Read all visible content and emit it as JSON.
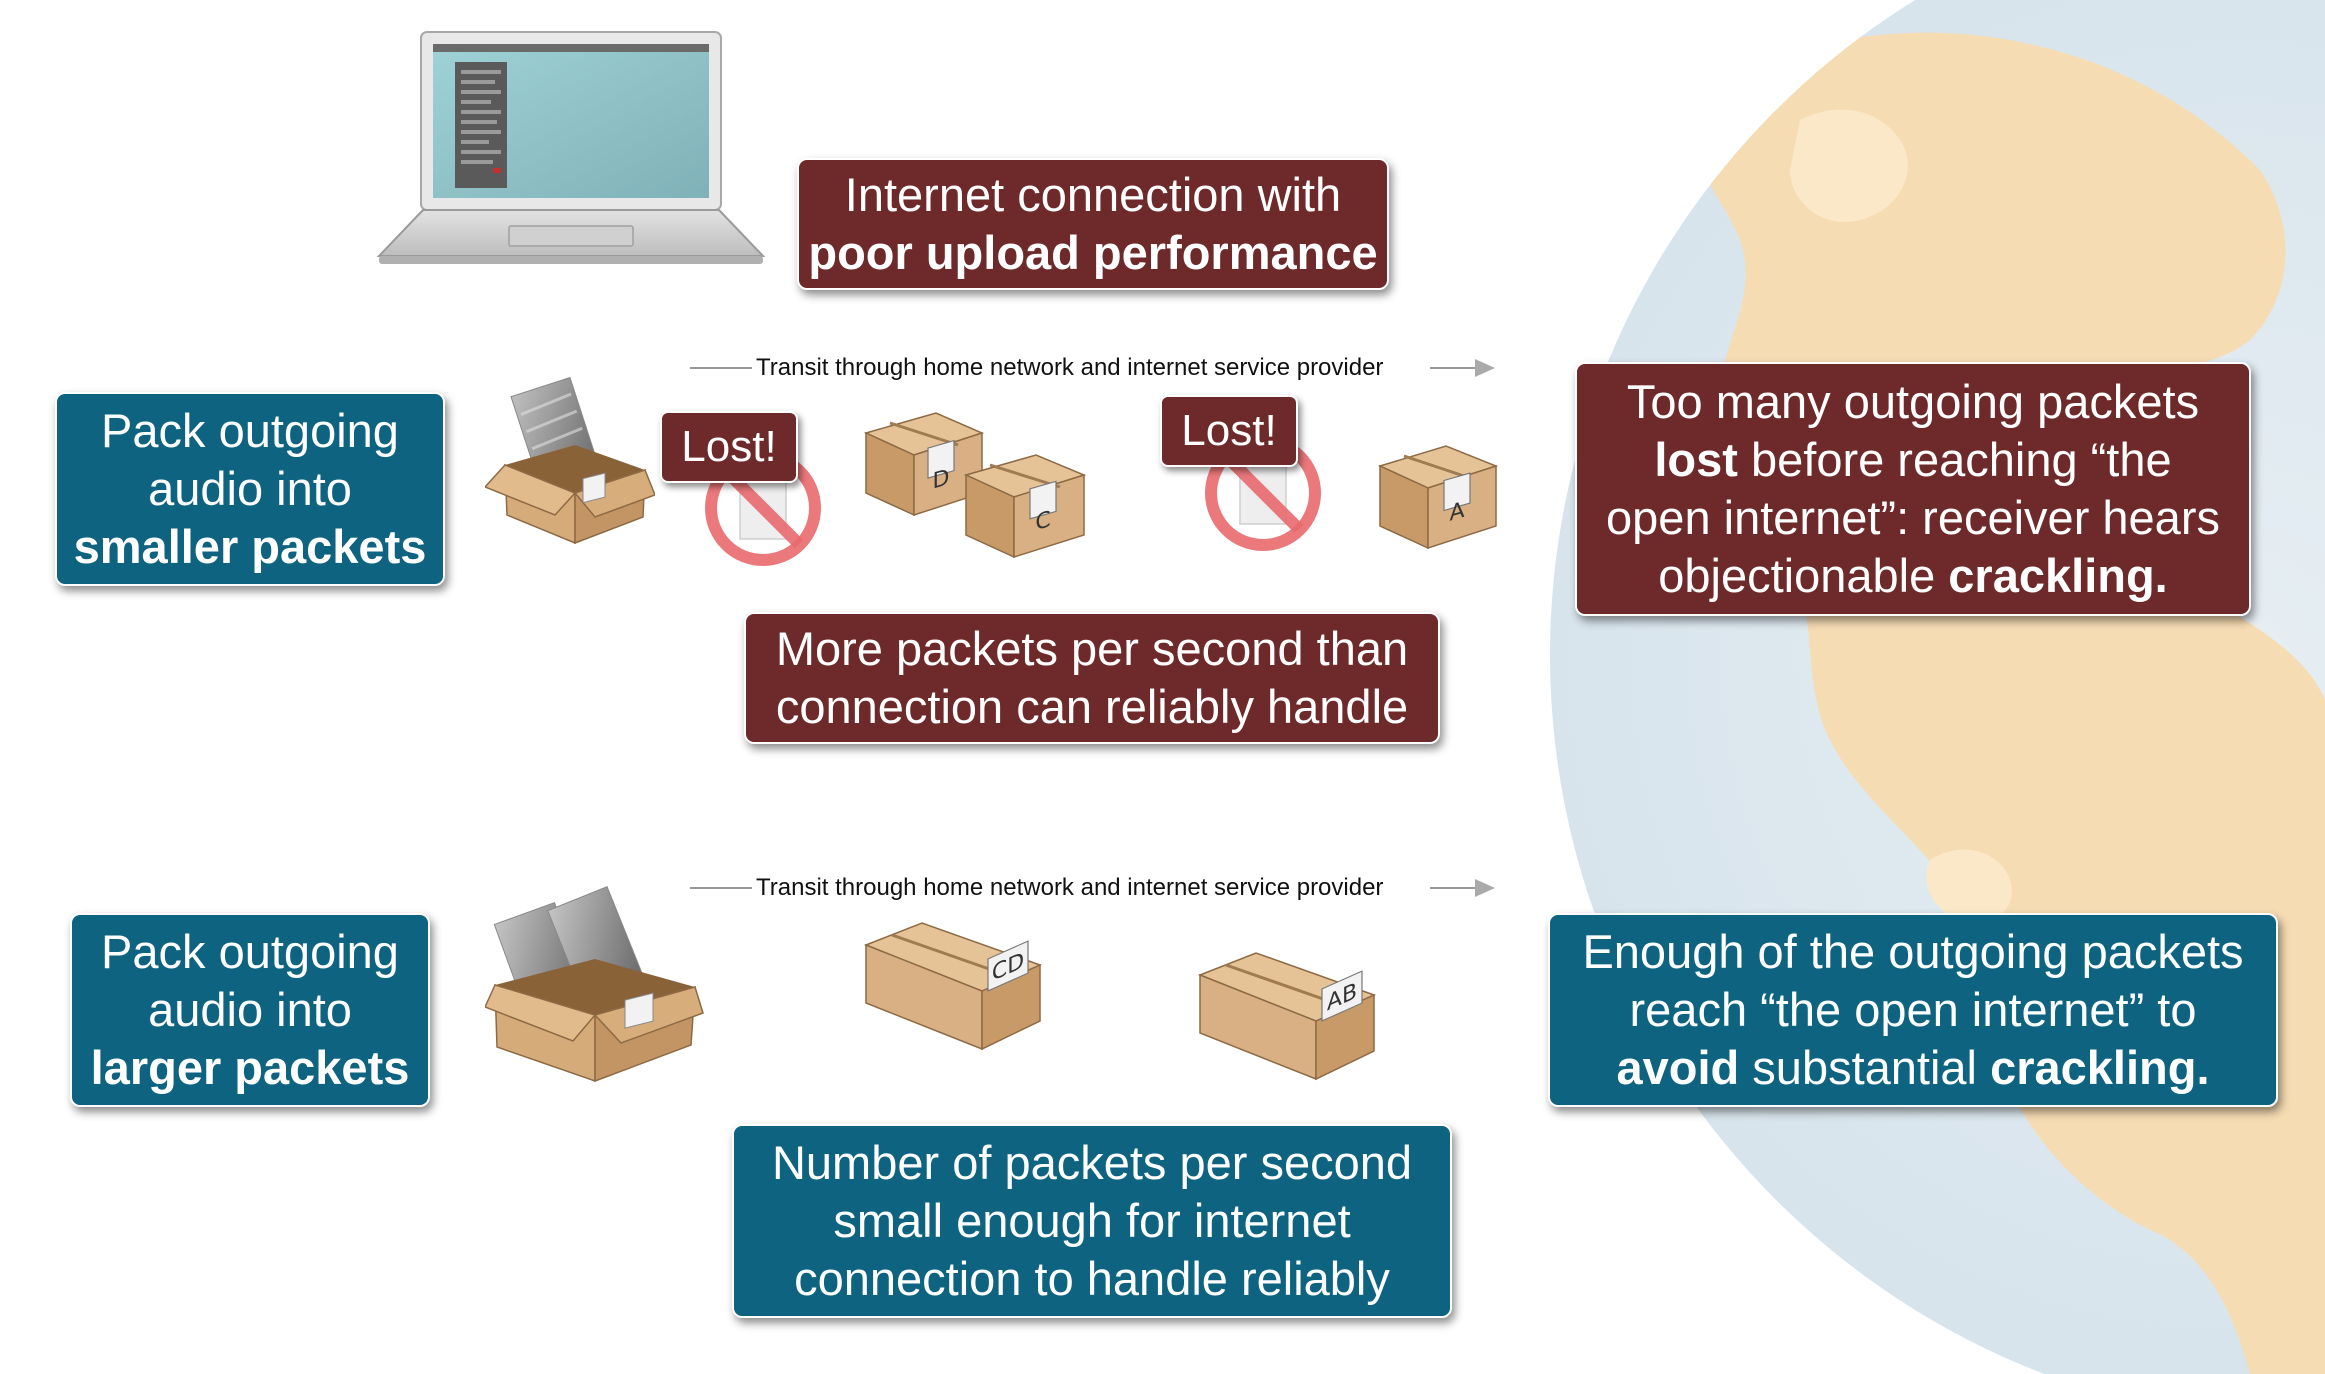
{
  "colors": {
    "dark_red": "#6e2a2a",
    "teal": "#0d6380",
    "land": "#f6dcb3",
    "ocean": "#dde9f0",
    "cardboard": "#d8b182"
  },
  "header": {
    "connection_line1": "Internet connection with",
    "connection_line2": "poor upload performance"
  },
  "top_scenario": {
    "pack": {
      "line1": "Pack outgoing",
      "line2": "audio into",
      "line3_bold": "smaller packets"
    },
    "transit_label": "Transit through home network and internet service provider",
    "lost_label_1": "Lost!",
    "lost_label_2": "Lost!",
    "packets": [
      "D",
      "C",
      "A"
    ],
    "rate": {
      "line1": "More packets per second than",
      "line2": "connection can reliably handle"
    },
    "result": {
      "line1": "Too many outgoing packets",
      "line2_bold": "lost",
      "line2_rest": " before reaching “the",
      "line3": "open internet”: receiver hears",
      "line4_pre": "objectionable ",
      "line4_bold": "crackling."
    }
  },
  "bottom_scenario": {
    "pack": {
      "line1": "Pack outgoing",
      "line2": "audio into",
      "line3_bold": "larger packets"
    },
    "transit_label": "Transit through home network and internet service provider",
    "packets": [
      "CD",
      "AB"
    ],
    "rate": {
      "line1": "Number of packets per second",
      "line2": "small enough for internet",
      "line3": "connection to handle reliably"
    },
    "result": {
      "line1": "Enough of the outgoing packets",
      "line2": "reach “the open internet” to",
      "line3_bold": "avoid",
      "line3_mid": " substantial ",
      "line3_bold2": "crackling."
    }
  },
  "icons": [
    "laptop-icon",
    "globe-illustration",
    "open-box-icon",
    "packet-box-icon",
    "prohibited-icon",
    "arrow-icon"
  ]
}
